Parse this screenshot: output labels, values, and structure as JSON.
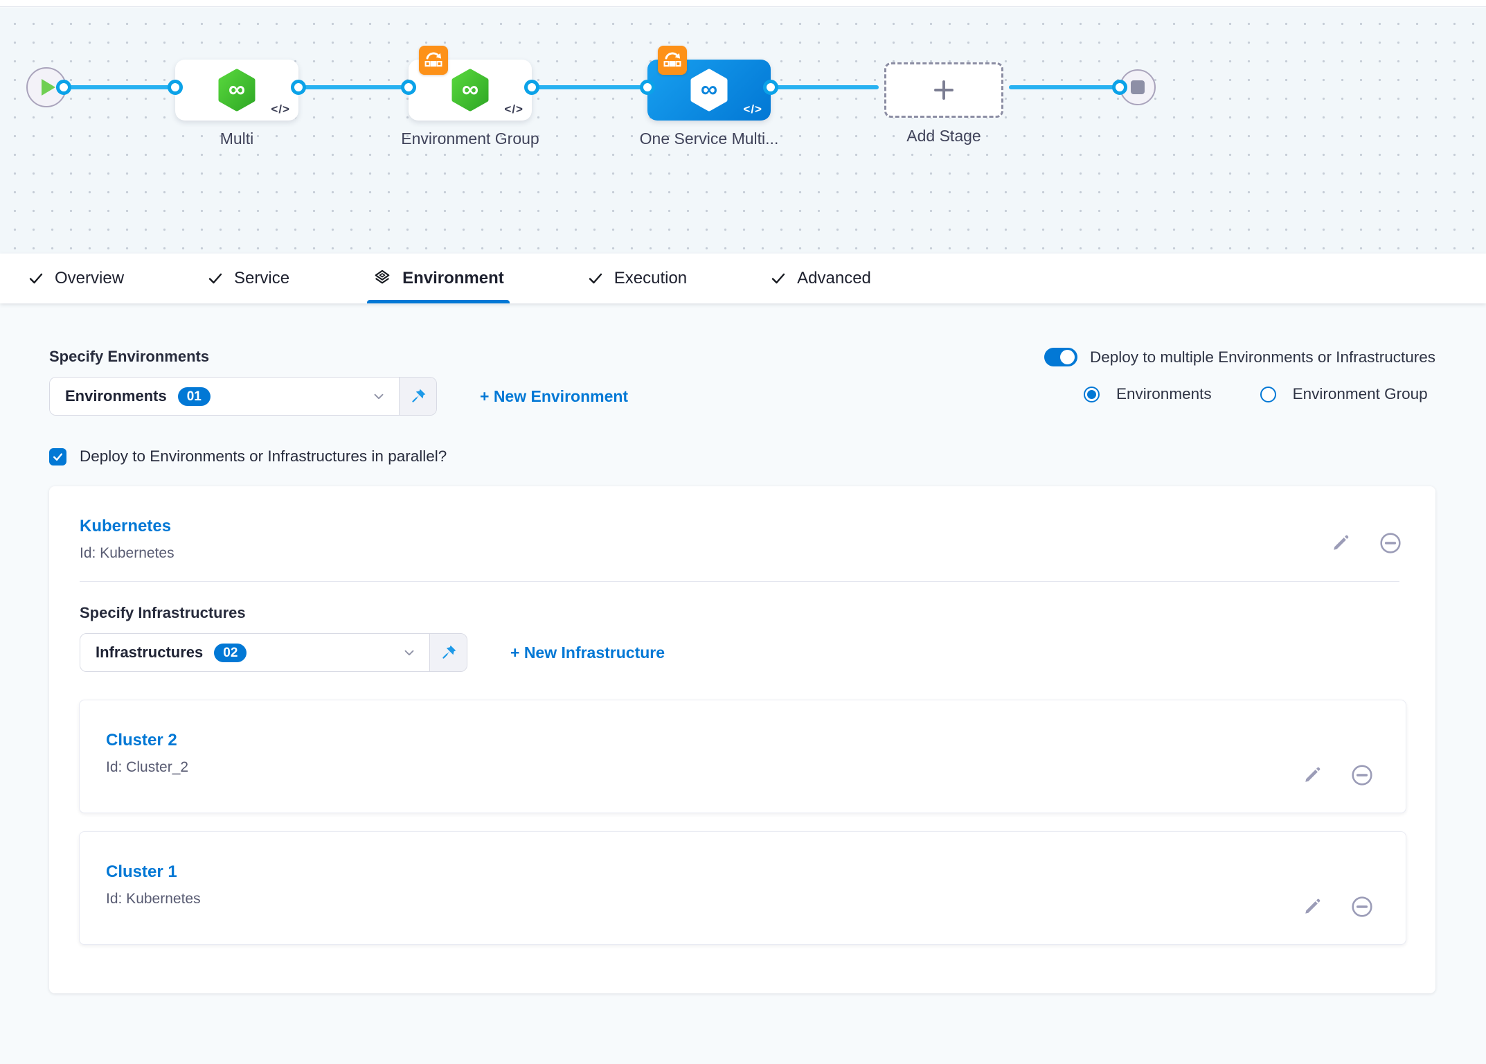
{
  "canvas": {
    "stages": [
      {
        "label": "Multi"
      },
      {
        "label": "Environment Group"
      },
      {
        "label": "One Service Multi..."
      }
    ],
    "add_stage_label": "Add Stage",
    "code_icon": "</>"
  },
  "tabs": {
    "overview": "Overview",
    "service": "Service",
    "environment": "Environment",
    "execution": "Execution",
    "advanced": "Advanced"
  },
  "environment_tab": {
    "heading": "Specify Environments",
    "select_value": "Environments",
    "select_count": "01",
    "new_environment_link": "+ New Environment",
    "toggle_label": "Deploy to multiple Environments or Infrastructures",
    "radio_environments": "Environments",
    "radio_environment_group": "Environment Group",
    "parallel_checkbox_label": "Deploy to Environments or Infrastructures in parallel?"
  },
  "environment_card": {
    "name": "Kubernetes",
    "id": "Id: Kubernetes",
    "infra_heading": "Specify Infrastructures",
    "infra_select_value": "Infrastructures",
    "infra_select_count": "02",
    "new_infrastructure_link": "+ New Infrastructure",
    "clusters": [
      {
        "name": "Cluster 2",
        "id": "Id: Cluster_2"
      },
      {
        "name": "Cluster 1",
        "id": "Id: Kubernetes"
      }
    ]
  },
  "colors": {
    "primary": "#0278d5",
    "edge_blue": "#27b1f1",
    "service_green": "#42c52e",
    "badge_orange": "#fd9118"
  }
}
